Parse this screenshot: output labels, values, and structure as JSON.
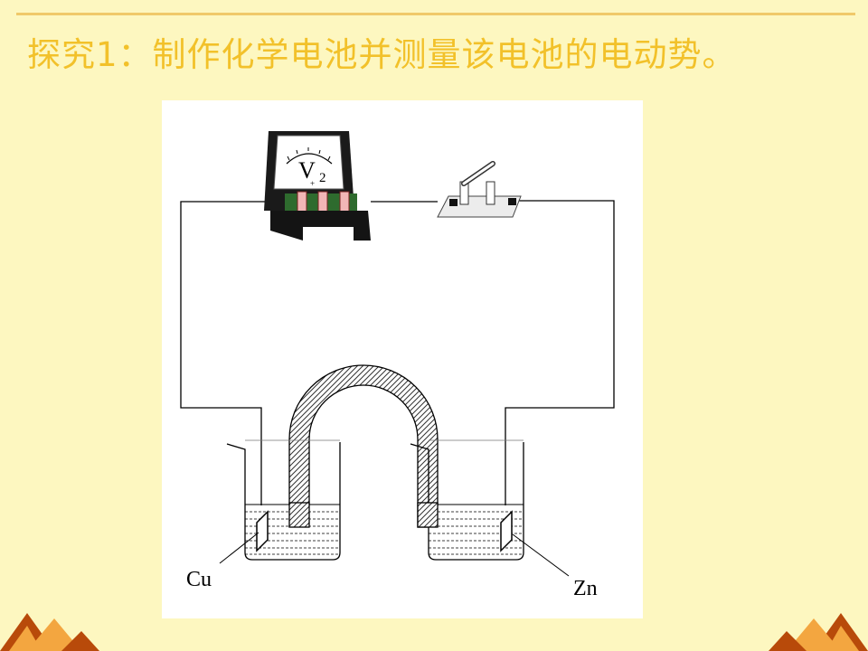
{
  "slide": {
    "title": "探究1：制作化学电池并测量该电池的电动势。"
  },
  "diagram": {
    "voltmeter_symbol": "V",
    "voltmeter_subscript": "2",
    "voltmeter_plus_mark": "+",
    "left_electrode_label": "Cu",
    "right_electrode_label": "Zn"
  },
  "colors": {
    "background": "#fdf7c0",
    "title": "#f2c12a",
    "accent_rule": "#f0c96a",
    "corner_dark": "#b84a0a",
    "corner_light": "#f3a640"
  }
}
